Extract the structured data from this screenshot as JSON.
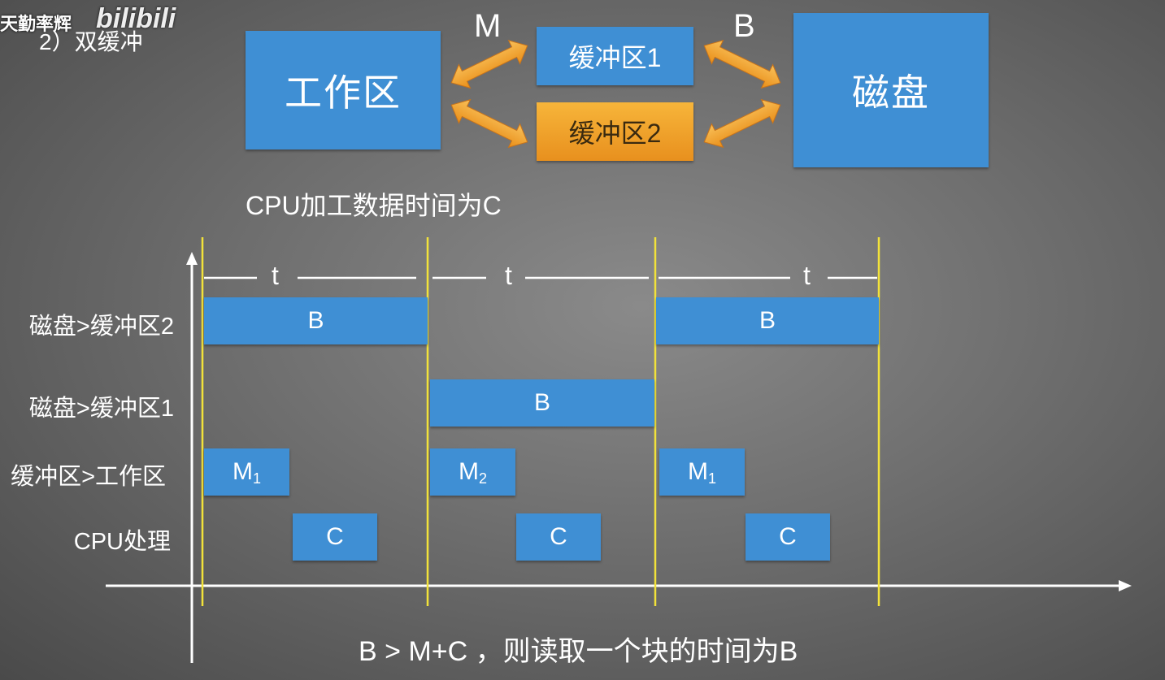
{
  "header": {
    "watermark": "天勤率辉",
    "logo": "bilibili",
    "section_title": "2）双缓冲"
  },
  "top_diagram": {
    "work_area": "工作区",
    "buffer1": "缓冲区1",
    "buffer2": "缓冲区2",
    "disk": "磁盘",
    "label_m": "M",
    "label_b": "B"
  },
  "timing": {
    "title": "CPU加工数据时间为C",
    "t_label": "t",
    "rows": [
      "磁盘>缓冲区2",
      "磁盘>缓冲区1",
      "缓冲区>工作区",
      "CPU处理"
    ],
    "bars": {
      "disk_buf2": [
        "B",
        "B"
      ],
      "disk_buf1": [
        "B"
      ],
      "buf_work": [
        {
          "base": "M",
          "sub": "1"
        },
        {
          "base": "M",
          "sub": "2"
        },
        {
          "base": "M",
          "sub": "1"
        }
      ],
      "cpu": [
        "C",
        "C",
        "C"
      ]
    },
    "formula": "B > M+C ，则读取一个块的时间为B"
  },
  "colors": {
    "box_blue": "#3f8fd4",
    "buffer2_orange": "#f0a22c",
    "arrow_orange": "#f4a62a",
    "guide_yellow": "#f2e23a"
  }
}
